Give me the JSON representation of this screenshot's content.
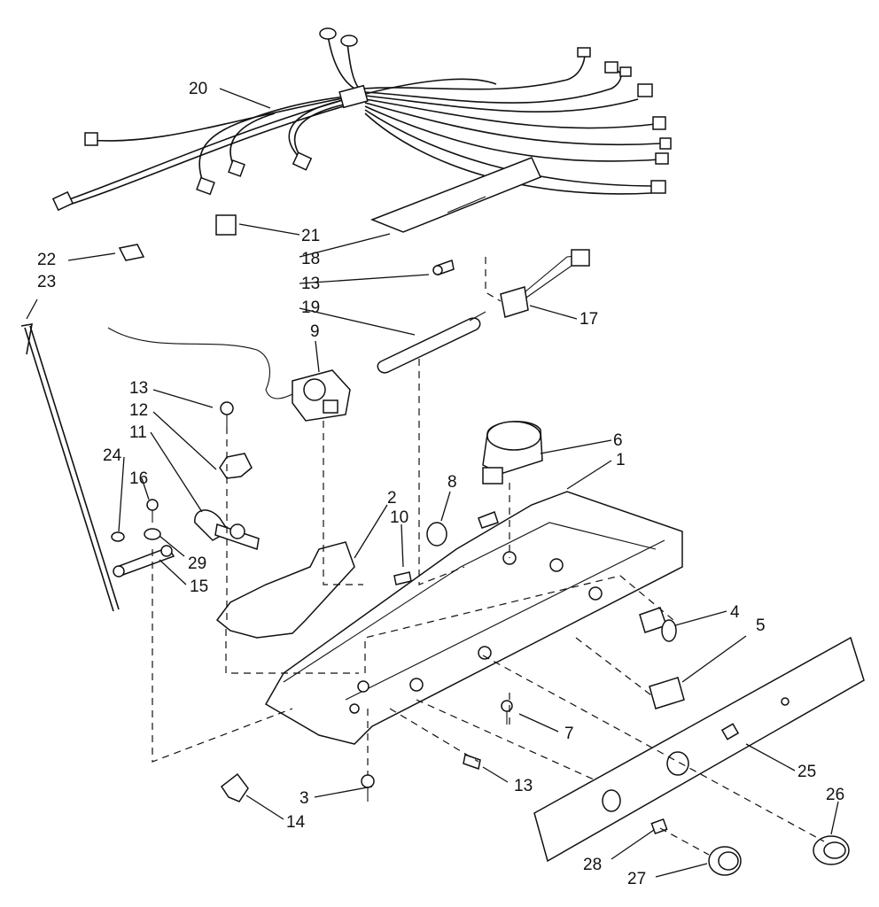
{
  "callouts": [
    {
      "id": "c20",
      "text": "20",
      "name": "callout-20-wire-harness"
    },
    {
      "id": "c21",
      "text": "21",
      "name": "callout-21"
    },
    {
      "id": "c18",
      "text": "18",
      "name": "callout-18-cover"
    },
    {
      "id": "c13a",
      "text": "13",
      "name": "callout-13-screw"
    },
    {
      "id": "c19",
      "text": "19",
      "name": "callout-19-light-socket"
    },
    {
      "id": "c17",
      "text": "17",
      "name": "callout-17-capacitor"
    },
    {
      "id": "c9",
      "text": "9",
      "name": "callout-9-thermostat"
    },
    {
      "id": "c22",
      "text": "22",
      "name": "callout-22"
    },
    {
      "id": "c23",
      "text": "23",
      "name": "callout-23-rod"
    },
    {
      "id": "c13b",
      "text": "13",
      "name": "callout-13-screw"
    },
    {
      "id": "c12",
      "text": "12",
      "name": "callout-12-bracket"
    },
    {
      "id": "c11",
      "text": "11",
      "name": "callout-11-damper-control"
    },
    {
      "id": "c24",
      "text": "24",
      "name": "callout-24-washer"
    },
    {
      "id": "c16",
      "text": "16",
      "name": "callout-16-screw"
    },
    {
      "id": "c29",
      "text": "29",
      "name": "callout-29"
    },
    {
      "id": "c15",
      "text": "15",
      "name": "callout-15-lever"
    },
    {
      "id": "c2",
      "text": "2",
      "name": "callout-2-mounting-plate"
    },
    {
      "id": "c10",
      "text": "10",
      "name": "callout-10-screw"
    },
    {
      "id": "c8",
      "text": "8",
      "name": "callout-8-plug"
    },
    {
      "id": "c6",
      "text": "6",
      "name": "callout-6-timer"
    },
    {
      "id": "c1",
      "text": "1",
      "name": "callout-1-control-housing"
    },
    {
      "id": "c4",
      "text": "4",
      "name": "callout-4-switch"
    },
    {
      "id": "c5",
      "text": "5",
      "name": "callout-5-switch"
    },
    {
      "id": "c7",
      "text": "7",
      "name": "callout-7-screw"
    },
    {
      "id": "c13c",
      "text": "13",
      "name": "callout-13-screw"
    },
    {
      "id": "c25",
      "text": "25",
      "name": "callout-25-panel"
    },
    {
      "id": "c26",
      "text": "26",
      "name": "callout-26-knob"
    },
    {
      "id": "c3",
      "text": "3",
      "name": "callout-3-screw"
    },
    {
      "id": "c14",
      "text": "14",
      "name": "callout-14-clip"
    },
    {
      "id": "c28",
      "text": "28",
      "name": "callout-28"
    },
    {
      "id": "c27",
      "text": "27",
      "name": "callout-27-knob"
    }
  ]
}
